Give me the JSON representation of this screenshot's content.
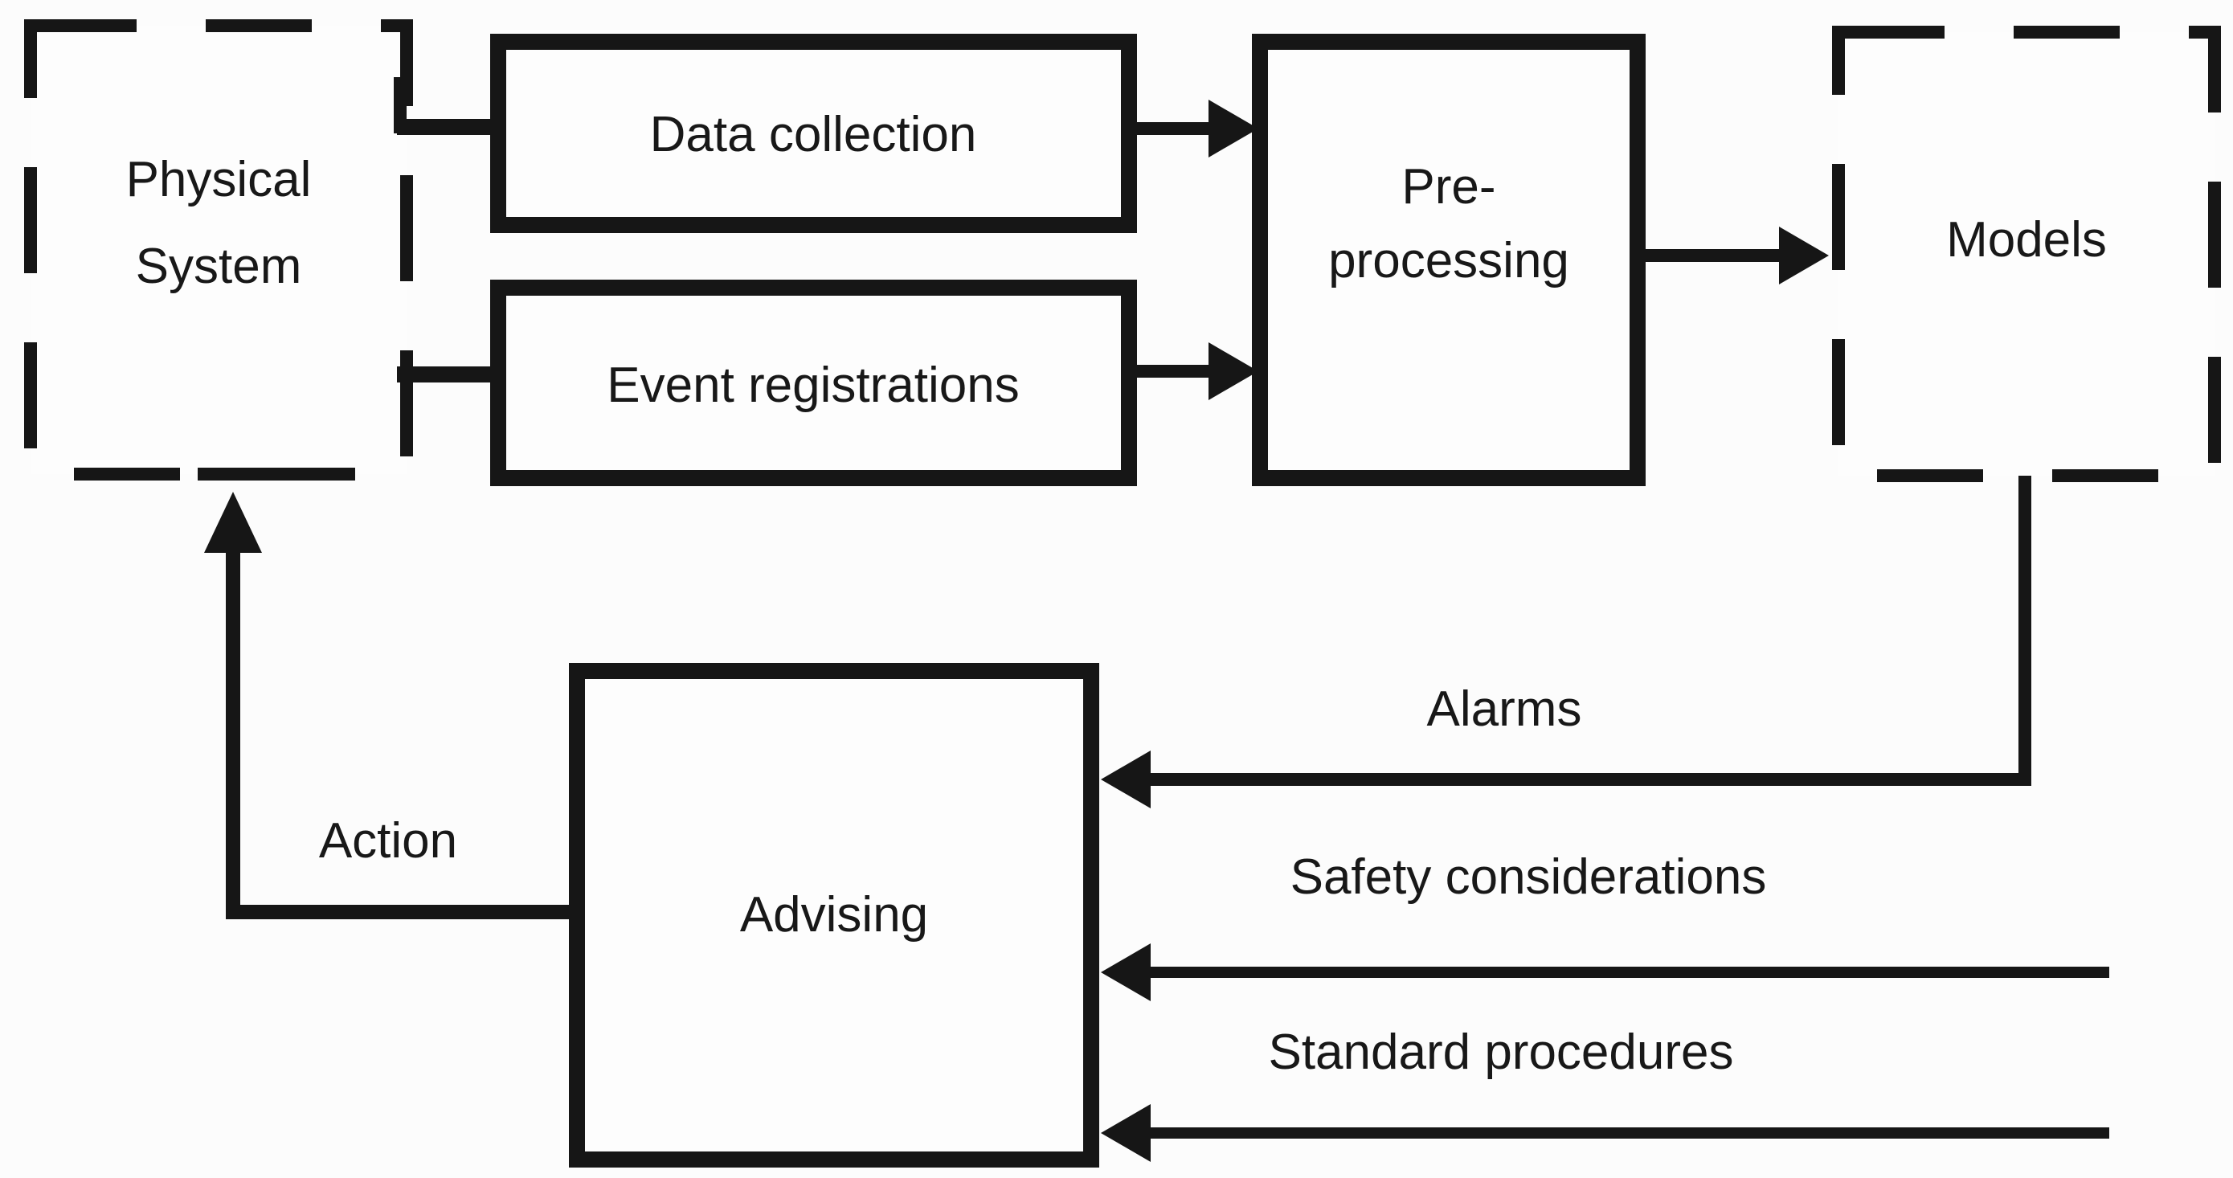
{
  "diagram": {
    "background_color": "#fcfcfc",
    "ink_color": "#161616",
    "nodes": {
      "physical_system": {
        "label": "Physical System",
        "line1": "Physical",
        "line2": "System",
        "border": "dashed"
      },
      "data_collection": {
        "label": "Data collection",
        "border": "solid"
      },
      "event_registrations": {
        "label": "Event registrations",
        "border": "solid"
      },
      "pre_processing": {
        "label": "Pre-processing",
        "line1": "Pre-",
        "line2": "processing",
        "border": "solid"
      },
      "models": {
        "label": "Models",
        "border": "dashed"
      },
      "advising": {
        "label": "Advising",
        "border": "solid"
      }
    },
    "edge_labels": {
      "action": "Action",
      "alarms": "Alarms",
      "safety": "Safety considerations",
      "standard": "Standard procedures"
    },
    "edges": [
      {
        "from": "physical_system",
        "to": "data_collection",
        "label": "",
        "arrow": false
      },
      {
        "from": "physical_system",
        "to": "event_registrations",
        "label": "",
        "arrow": false
      },
      {
        "from": "data_collection",
        "to": "pre_processing",
        "label": "",
        "arrow": true
      },
      {
        "from": "event_registrations",
        "to": "pre_processing",
        "label": "",
        "arrow": true
      },
      {
        "from": "pre_processing",
        "to": "models",
        "label": "",
        "arrow": true
      },
      {
        "from": "models",
        "to": "advising",
        "label": "Alarms",
        "arrow": true
      },
      {
        "from": "external-right",
        "to": "advising",
        "label": "Safety considerations",
        "arrow": true
      },
      {
        "from": "external-right",
        "to": "advising",
        "label": "Standard procedures",
        "arrow": true
      },
      {
        "from": "advising",
        "to": "physical_system",
        "label": "Action",
        "arrow": true
      }
    ]
  }
}
